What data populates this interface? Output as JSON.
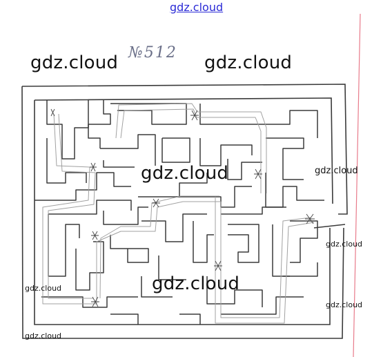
{
  "watermarks": {
    "top_link": "gdz.cloud",
    "big_left": "gdz.cloud",
    "big_right": "gdz.cloud",
    "big_center": "gdz.cloud",
    "big_bottom": "gdz.cloud",
    "small_right_1": "gdz.cloud",
    "small_right_2": "gdz.cloud",
    "small_right_3": "gdz.cloud",
    "small_left_1": "gdz.cloud",
    "small_left_2": "gdz.cloud"
  },
  "sheet": {
    "problem_number": "№512",
    "margin_line_color": "#e87a8a",
    "pencil_color": "#3a3a3a",
    "path_color": "#9a9a9a"
  }
}
